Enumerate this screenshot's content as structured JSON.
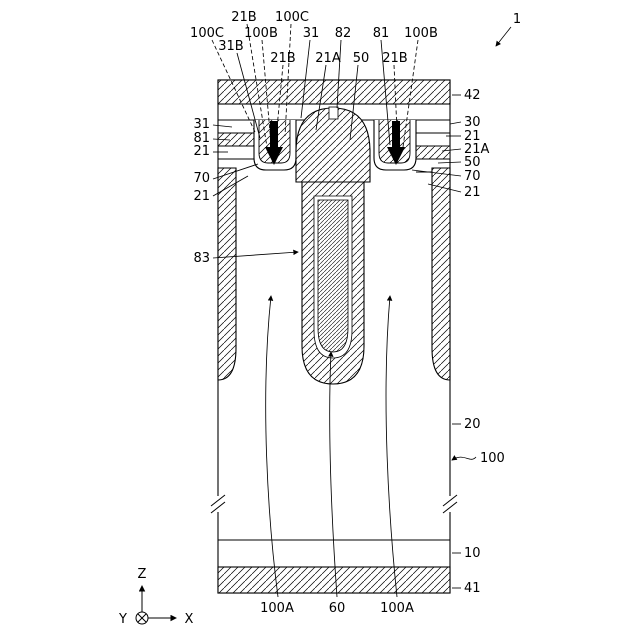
{
  "figure_ref": "1",
  "labels": {
    "top": [
      "21B",
      "100C",
      "100C",
      "100B",
      "31",
      "82",
      "81",
      "100B",
      "31B",
      "21B",
      "21A",
      "50",
      "21B"
    ],
    "left": [
      "31",
      "81",
      "21",
      "70",
      "21",
      "83"
    ],
    "right": [
      "42",
      "30",
      "21",
      "21A",
      "50",
      "70",
      "21",
      "20",
      "100",
      "10",
      "41"
    ],
    "bottom": [
      "100A",
      "60",
      "100A"
    ]
  },
  "axes": {
    "x": "X",
    "y": "Y",
    "z": "Z"
  },
  "colors": {
    "line": "#000000",
    "background": "#ffffff"
  }
}
